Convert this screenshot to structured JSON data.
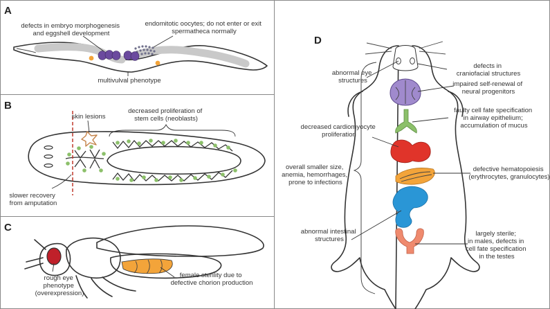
{
  "panels": {
    "a": {
      "letter": "A",
      "labels": {
        "embryo": [
          "defects in embryo morphogenesis",
          "and eggshell development"
        ],
        "oocytes": [
          "endomitotic oocytes; do not enter or exit",
          "spermatheca normally"
        ],
        "vulva": [
          "multivulval phenotype"
        ]
      }
    },
    "b": {
      "letter": "B",
      "labels": {
        "skin": [
          "skin lesions"
        ],
        "stem": [
          "decreased proliferation of",
          "stem cells (neoblasts)"
        ],
        "recovery": [
          "slower recovery",
          "from amputation"
        ]
      }
    },
    "c": {
      "letter": "C",
      "labels": {
        "eye": [
          "rough eye",
          "phenotype",
          "(overexpression)"
        ],
        "sterility": [
          "female sterility due to",
          "defective chorion production"
        ]
      }
    },
    "d": {
      "letter": "D",
      "labels": {
        "eye": [
          "abnormal eye",
          "structures"
        ],
        "craniofacial": [
          "defects in",
          "craniofacial structures"
        ],
        "neural": [
          "impaired self-renewal of",
          "neural progenitors"
        ],
        "airway": [
          "faulty cell fate specification",
          "in airway epithelium;",
          "accumulation of mucus"
        ],
        "cardio": [
          "decreased cardiomyocyte",
          "proliferation"
        ],
        "overall": [
          "overall smaller size,",
          "anemia, hemorrhages,",
          "prone to infections"
        ],
        "hemato": [
          "defective hematopoiesis",
          "(erythrocytes, granulocytes)"
        ],
        "intestinal": [
          "abnormal intestinal",
          "structures"
        ],
        "sterile": [
          "largely sterile;",
          "in males, defects in",
          "cell fate specification",
          "in the testes"
        ]
      }
    }
  },
  "colors": {
    "purple": "#6b4a9e",
    "orange": "#f3a43a",
    "green": "#8cc06a",
    "red": "#e0342a",
    "blue": "#2a96d6",
    "salmon": "#ef8a6e",
    "lavender": "#a08acd",
    "eye_red": "#c0202a",
    "gray": "#c9c9c9",
    "dashed_red": "#c0392b"
  }
}
